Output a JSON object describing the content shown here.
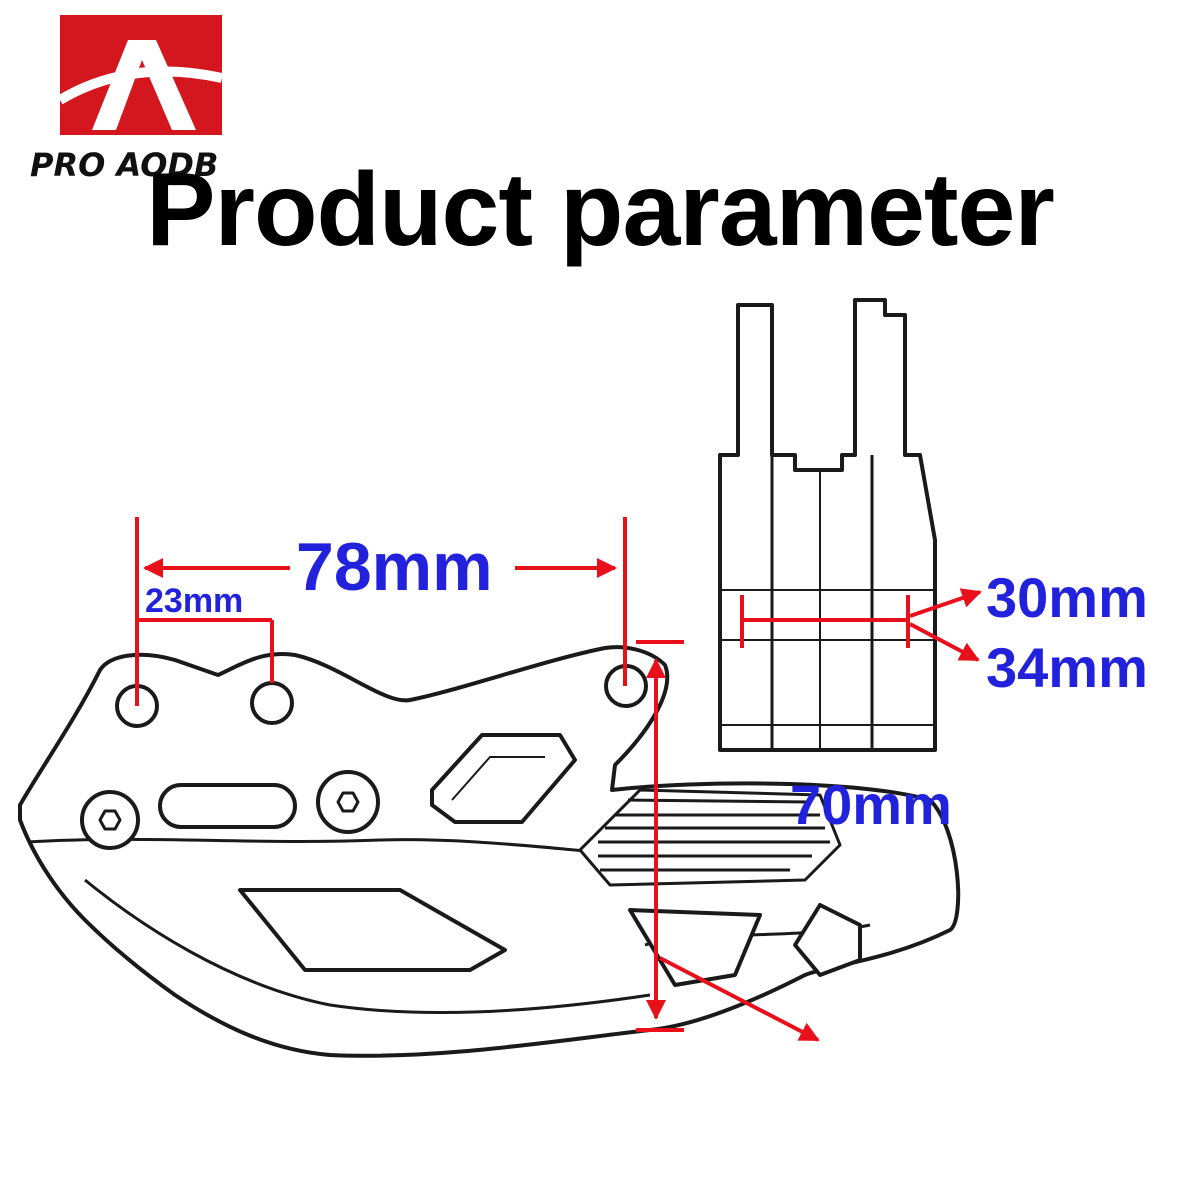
{
  "brand": {
    "name": "PRO AODB",
    "accent_color": "#d4171e",
    "icon": "logo-icon"
  },
  "title": "Product parameter",
  "dimensions": {
    "top_span": "78mm",
    "hole_spacing": "23mm",
    "side_width_a": "30mm",
    "side_width_b": "34mm",
    "height": "70mm"
  },
  "colors": {
    "dimension_line": "#e8101a",
    "dimension_text": "#2222dd",
    "outline": "#1a1a1a"
  }
}
